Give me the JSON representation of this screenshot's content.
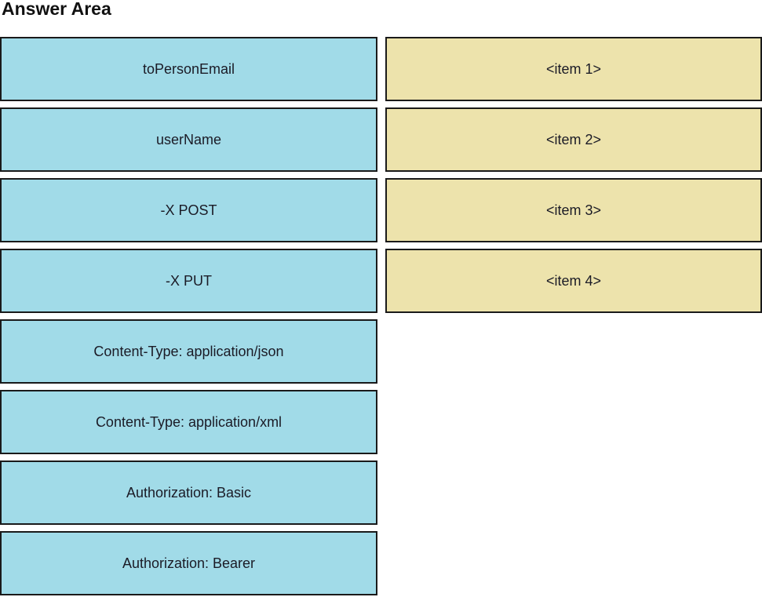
{
  "title": "Answer Area",
  "colors": {
    "source_fill": "#A1DBE8",
    "target_fill": "#EDE3AC",
    "border": "#1A1A1A",
    "text": "#1B1B26"
  },
  "sources": [
    {
      "label": "toPersonEmail"
    },
    {
      "label": "userName"
    },
    {
      "label": "-X POST"
    },
    {
      "label": "-X PUT"
    },
    {
      "label": "Content-Type: application/json"
    },
    {
      "label": "Content-Type: application/xml"
    },
    {
      "label": "Authorization: Basic"
    },
    {
      "label": "Authorization: Bearer"
    }
  ],
  "targets": [
    {
      "label": "<item 1>"
    },
    {
      "label": "<item 2>"
    },
    {
      "label": "<item 3>"
    },
    {
      "label": "<item 4>"
    }
  ]
}
